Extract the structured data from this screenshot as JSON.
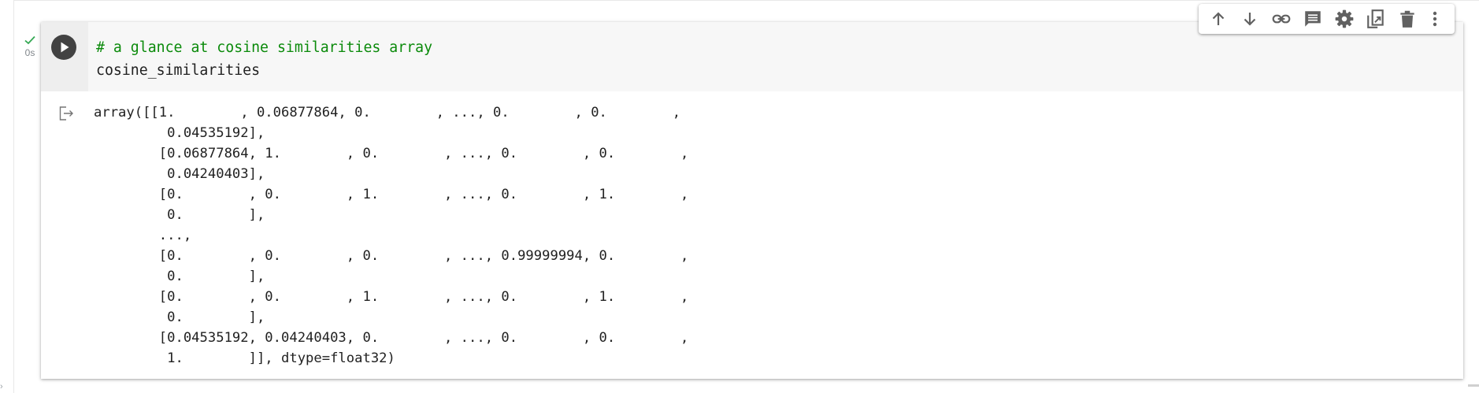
{
  "cell": {
    "status": {
      "icon": "check-icon",
      "time": "0s",
      "color": "#34a853"
    },
    "run_icon": "play-icon",
    "code": {
      "comment": "# a glance at cosine similarities array",
      "line2": "cosine_similarities"
    },
    "output_icon": "output-redirect-icon",
    "output": {
      "text": "array([[1.        , 0.06877864, 0.        , ..., 0.        , 0.        ,\n         0.04535192],\n        [0.06877864, 1.        , 0.        , ..., 0.        , 0.        ,\n         0.04240403],\n        [0.        , 0.        , 1.        , ..., 0.        , 1.        ,\n         0.        ],\n        ...,\n        [0.        , 0.        , 0.        , ..., 0.99999994, 0.        ,\n         0.        ],\n        [0.        , 0.        , 1.        , ..., 0.        , 1.        ,\n         0.        ],\n        [0.04535192, 0.04240403, 0.        , ..., 0.        , 0.        ,\n         1.        ]], dtype=float32)"
    }
  },
  "toolbar": {
    "icons": [
      "arrow-up-icon",
      "arrow-down-icon",
      "link-icon",
      "comment-icon",
      "gear-icon",
      "mirror-cell-icon",
      "trash-icon",
      "more-vert-icon"
    ]
  },
  "colors": {
    "input_bg": "#f7f7f7",
    "gutter_bg": "#eeeeee",
    "comment": "#0a8a0a",
    "icon": "#616161"
  }
}
